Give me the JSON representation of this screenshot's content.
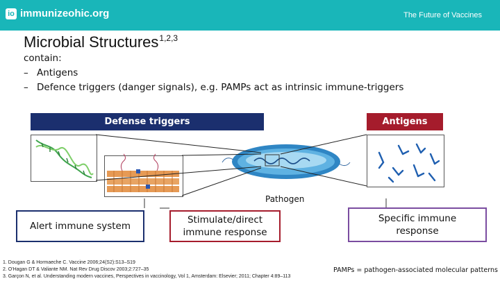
{
  "header": {
    "logo_mark": "io",
    "logo_text": "immunizeohic.org",
    "section_title": "The Future of Vaccines"
  },
  "slide": {
    "title": "Microbial Structures",
    "title_refs": "1,2,3",
    "intro": "contain:",
    "bullets": [
      {
        "dash": "–",
        "text": "Antigens"
      },
      {
        "dash": "–",
        "text": "Defence triggers (danger signals), e.g. PAMPs act as intrinsic immune-triggers"
      }
    ]
  },
  "labels": {
    "defense_triggers": "Defense triggers",
    "antigens": "Antigens",
    "pathogen": "Pathogen"
  },
  "outcomes": {
    "alert": "Alert immune system",
    "stimulate": "Stimulate/direct immune response",
    "specific": "Specific immune response"
  },
  "colors": {
    "header": "#19b6b9",
    "defense_bar": "#1b2f6e",
    "antigen_bar": "#a51c2c",
    "alert_border": "#1b2f6e",
    "stimulate_border": "#a51c2c",
    "specific_border": "#7a4ca0"
  },
  "references": [
    "1. Dougan G & Hormaeche C. Vaccine 2006;24(S2):S13–S19",
    "2. O'Hagan DT & Valiante NM. Nat Rev Drug Discov 2003;2:727–35",
    "3. Garçon N, et al. Understanding modern vaccines, Perspectives in vaccinology, Vol 1, Amsterdam: Elsevier; 2011; Chapter 4:89–113"
  ],
  "footnote": "PAMPs = pathogen-associated molecular patterns"
}
